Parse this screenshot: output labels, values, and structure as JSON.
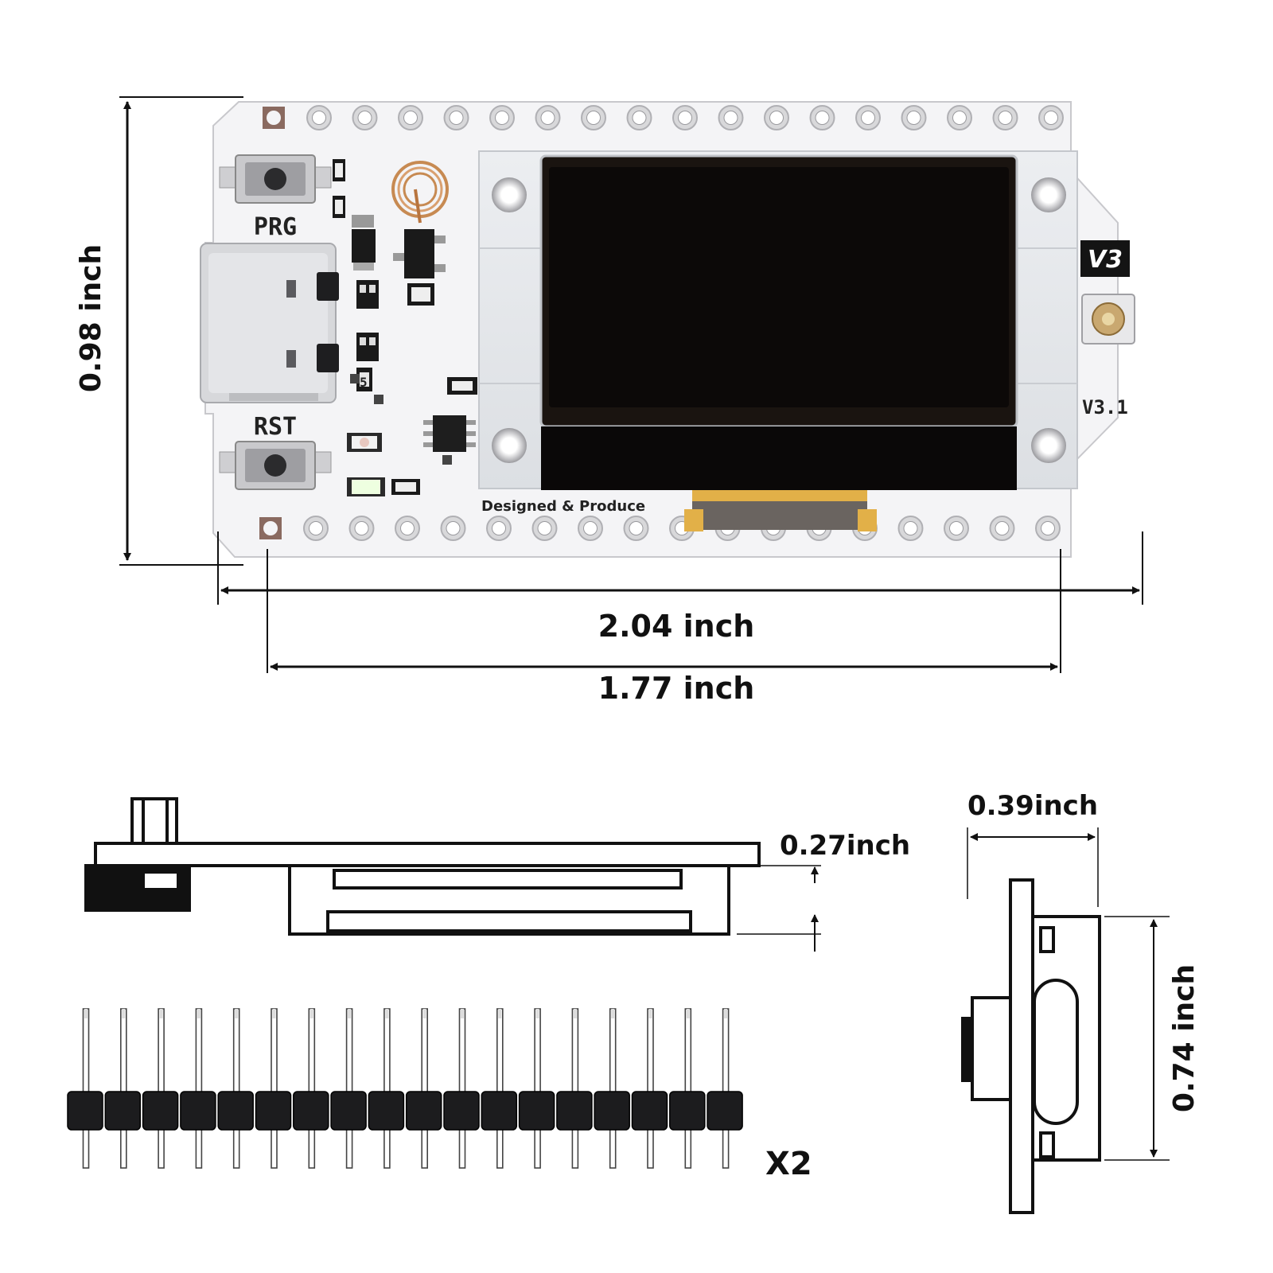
{
  "dimensions": {
    "height": "0.98 inch",
    "total_width": "2.04 inch",
    "hole_span": "1.77 inch",
    "side_thickness": "0.27inch",
    "end_width": "0.39inch",
    "end_height": "0.74 inch"
  },
  "board": {
    "button_prg": "PRG",
    "button_rst": "RST",
    "version_badge": "V3",
    "revision": "V3.1",
    "credit": "Designed & Produce"
  },
  "headers": {
    "quantity": "X2"
  },
  "colors": {
    "board": "#f4f4f6",
    "screen": "#0c0908",
    "pad": "#d8d8da",
    "corner_pad": "#8a6a60",
    "line": "#111111"
  },
  "icons": [
    "usb-c-connector",
    "spring-antenna",
    "ipex-antenna-connector",
    "led",
    "push-button"
  ]
}
